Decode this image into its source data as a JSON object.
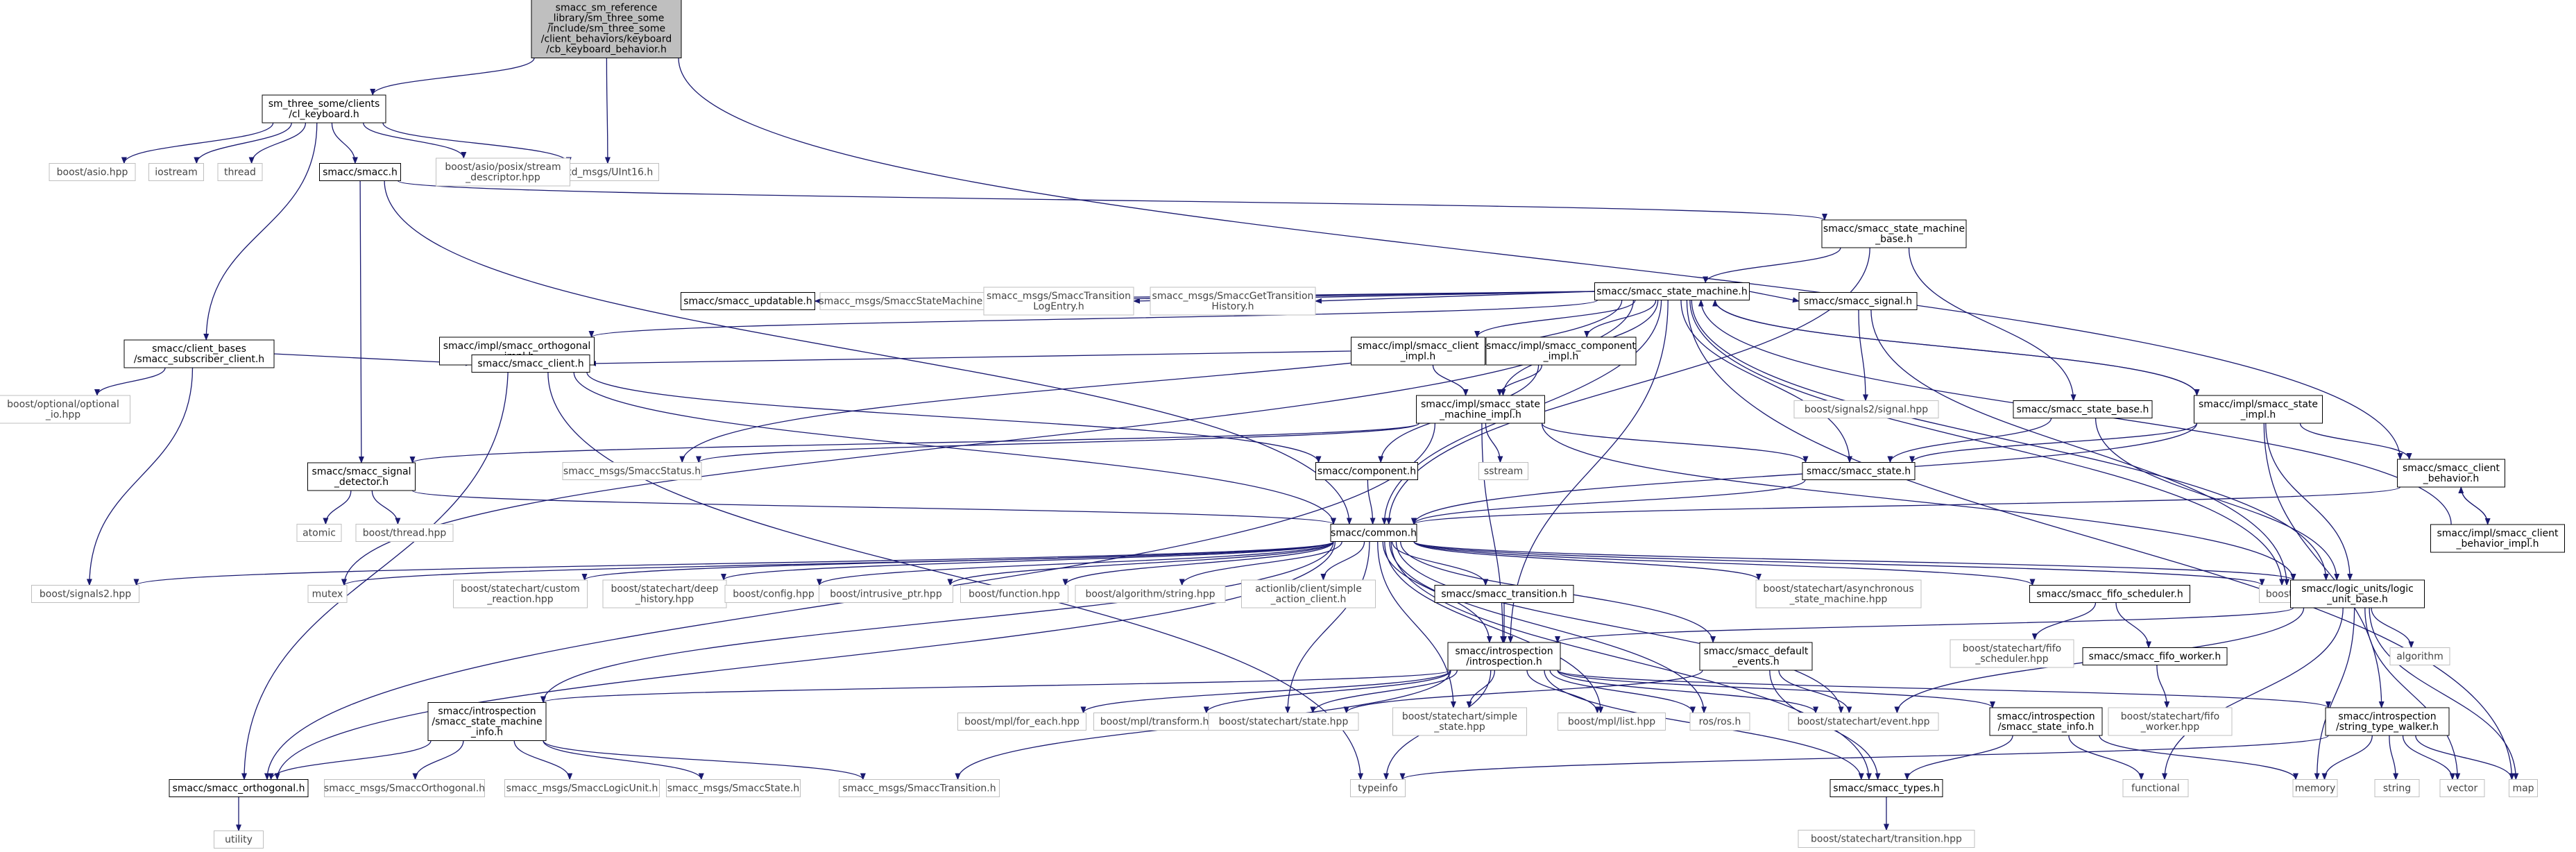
{
  "colors": {
    "edge": "#191970",
    "node_border": "#000000",
    "system_border": "#bfbfbf",
    "root_fill": "#bfbfbf",
    "text": "#000000",
    "system_text": "#444444"
  },
  "nodes": [
    {
      "id": "root",
      "lines": [
        "smacc_sm_reference",
        "_library/sm_three_some",
        "/include/sm_three_some",
        "/client_behaviors/keyboard",
        "/cb_keyboard_behavior.h"
      ],
      "kind": "root"
    },
    {
      "id": "cl_keyboard",
      "lines": [
        "sm_three_some/clients",
        "/cl_keyboard.h"
      ],
      "kind": "local"
    },
    {
      "id": "std_msgs_uint16",
      "lines": [
        "std_msgs/UInt16.h"
      ],
      "kind": "system"
    },
    {
      "id": "boost_asio",
      "lines": [
        "boost/asio.hpp"
      ],
      "kind": "system"
    },
    {
      "id": "iostream",
      "lines": [
        "iostream"
      ],
      "kind": "system"
    },
    {
      "id": "thread",
      "lines": [
        "thread"
      ],
      "kind": "system"
    },
    {
      "id": "smacc_h",
      "lines": [
        "smacc/smacc.h"
      ],
      "kind": "local"
    },
    {
      "id": "boost_asio_stream",
      "lines": [
        "boost/asio/posix/stream",
        "_descriptor.hpp"
      ],
      "kind": "system"
    },
    {
      "id": "client_bases_sub",
      "lines": [
        "smacc/client_bases",
        "/smacc_subscriber_client.h"
      ],
      "kind": "local"
    },
    {
      "id": "boost_optional_io",
      "lines": [
        "boost/optional/optional",
        "_io.hpp"
      ],
      "kind": "system"
    },
    {
      "id": "sm_base",
      "lines": [
        "smacc/smacc_state_machine",
        "_base.h"
      ],
      "kind": "local"
    },
    {
      "id": "sm_h",
      "lines": [
        "smacc/smacc_state_machine.h"
      ],
      "kind": "local"
    },
    {
      "id": "impl_orth",
      "lines": [
        "smacc/impl/smacc_orthogonal",
        "_impl.h"
      ],
      "kind": "local"
    },
    {
      "id": "updatable",
      "lines": [
        "smacc/smacc_updatable.h"
      ],
      "kind": "local"
    },
    {
      "id": "msg_sm",
      "lines": [
        "smacc_msgs/SmaccStateMachine.h"
      ],
      "kind": "system"
    },
    {
      "id": "msg_trans_log",
      "lines": [
        "smacc_msgs/SmaccTransition",
        "LogEntry.h"
      ],
      "kind": "system"
    },
    {
      "id": "msg_get_trans",
      "lines": [
        "smacc_msgs/SmaccGetTransition",
        "History.h"
      ],
      "kind": "system"
    },
    {
      "id": "impl_client",
      "lines": [
        "smacc/impl/smacc_client",
        "_impl.h"
      ],
      "kind": "local"
    },
    {
      "id": "impl_component",
      "lines": [
        "smacc/impl/smacc_component",
        "_impl.h"
      ],
      "kind": "local"
    },
    {
      "id": "signal_h",
      "lines": [
        "smacc/smacc_signal.h"
      ],
      "kind": "local"
    },
    {
      "id": "boost_signals2_sig",
      "lines": [
        "boost/signals2/signal.hpp"
      ],
      "kind": "system"
    },
    {
      "id": "state_base",
      "lines": [
        "smacc/smacc_state_base.h"
      ],
      "kind": "local"
    },
    {
      "id": "impl_state",
      "lines": [
        "smacc/impl/smacc_state",
        "_impl.h"
      ],
      "kind": "local"
    },
    {
      "id": "client_h",
      "lines": [
        "smacc/smacc_client.h"
      ],
      "kind": "local"
    },
    {
      "id": "impl_sm",
      "lines": [
        "smacc/impl/smacc_state",
        "_machine_impl.h"
      ],
      "kind": "local"
    },
    {
      "id": "signal_det",
      "lines": [
        "smacc/smacc_signal",
        "_detector.h"
      ],
      "kind": "local"
    },
    {
      "id": "msg_status",
      "lines": [
        "smacc_msgs/SmaccStatus.h"
      ],
      "kind": "system"
    },
    {
      "id": "component_h",
      "lines": [
        "smacc/component.h"
      ],
      "kind": "local"
    },
    {
      "id": "sstream",
      "lines": [
        "sstream"
      ],
      "kind": "system"
    },
    {
      "id": "state_h",
      "lines": [
        "smacc/smacc_state.h"
      ],
      "kind": "local"
    },
    {
      "id": "client_beh",
      "lines": [
        "smacc/smacc_client",
        "_behavior.h"
      ],
      "kind": "local"
    },
    {
      "id": "client_beh_impl",
      "lines": [
        "smacc/impl/smacc_client",
        "_behavior_impl.h"
      ],
      "kind": "local"
    },
    {
      "id": "atomic",
      "lines": [
        "atomic"
      ],
      "kind": "system"
    },
    {
      "id": "boost_thread",
      "lines": [
        "boost/thread.hpp"
      ],
      "kind": "system"
    },
    {
      "id": "common",
      "lines": [
        "smacc/common.h"
      ],
      "kind": "local"
    },
    {
      "id": "boost_signals2",
      "lines": [
        "boost/signals2.hpp"
      ],
      "kind": "system"
    },
    {
      "id": "mutex",
      "lines": [
        "mutex"
      ],
      "kind": "system"
    },
    {
      "id": "sc_custom",
      "lines": [
        "boost/statechart/custom",
        "_reaction.hpp"
      ],
      "kind": "system"
    },
    {
      "id": "sc_deep",
      "lines": [
        "boost/statechart/deep",
        "_history.hpp"
      ],
      "kind": "system"
    },
    {
      "id": "boost_config",
      "lines": [
        "boost/config.hpp"
      ],
      "kind": "system"
    },
    {
      "id": "boost_intrusive",
      "lines": [
        "boost/intrusive_ptr.hpp"
      ],
      "kind": "system"
    },
    {
      "id": "boost_function",
      "lines": [
        "boost/function.hpp"
      ],
      "kind": "system"
    },
    {
      "id": "boost_algo_string",
      "lines": [
        "boost/algorithm/string.hpp"
      ],
      "kind": "system"
    },
    {
      "id": "actionlib",
      "lines": [
        "actionlib/client/simple",
        "_action_client.h"
      ],
      "kind": "system"
    },
    {
      "id": "transition_h",
      "lines": [
        "smacc/smacc_transition.h"
      ],
      "kind": "local"
    },
    {
      "id": "sc_async",
      "lines": [
        "boost/statechart/asynchronous",
        "_state_machine.hpp"
      ],
      "kind": "system"
    },
    {
      "id": "fifo_sched",
      "lines": [
        "smacc/smacc_fifo_scheduler.h"
      ],
      "kind": "local"
    },
    {
      "id": "boost_any",
      "lines": [
        "boost/any.hpp"
      ],
      "kind": "system"
    },
    {
      "id": "logic_units",
      "lines": [
        "smacc/logic_units/logic",
        "_unit_base.h"
      ],
      "kind": "local"
    },
    {
      "id": "algorithm",
      "lines": [
        "algorithm"
      ],
      "kind": "system"
    },
    {
      "id": "map",
      "lines": [
        "map"
      ],
      "kind": "system"
    },
    {
      "id": "sc_fifo_sched",
      "lines": [
        "boost/statechart/fifo",
        "_scheduler.hpp"
      ],
      "kind": "system"
    },
    {
      "id": "fifo_worker",
      "lines": [
        "smacc/smacc_fifo_worker.h"
      ],
      "kind": "local"
    },
    {
      "id": "sc_fifo_worker",
      "lines": [
        "boost/statechart/fifo",
        "_worker.hpp"
      ],
      "kind": "system"
    },
    {
      "id": "introspection",
      "lines": [
        "smacc/introspection",
        "/introspection.h"
      ],
      "kind": "local"
    },
    {
      "id": "default_events",
      "lines": [
        "smacc/smacc_default",
        "_events.h"
      ],
      "kind": "local"
    },
    {
      "id": "intro_sm_info",
      "lines": [
        "smacc/introspection",
        "/smacc_state_machine",
        "_info.h"
      ],
      "kind": "local"
    },
    {
      "id": "mpl_for_each",
      "lines": [
        "boost/mpl/for_each.hpp"
      ],
      "kind": "system"
    },
    {
      "id": "mpl_transform",
      "lines": [
        "boost/mpl/transform.hpp"
      ],
      "kind": "system"
    },
    {
      "id": "sc_state",
      "lines": [
        "boost/statechart/state.hpp"
      ],
      "kind": "system"
    },
    {
      "id": "sc_simple_state",
      "lines": [
        "boost/statechart/simple",
        "_state.hpp"
      ],
      "kind": "system"
    },
    {
      "id": "mpl_list",
      "lines": [
        "boost/mpl/list.hpp"
      ],
      "kind": "system"
    },
    {
      "id": "ros_h",
      "lines": [
        "ros/ros.h"
      ],
      "kind": "system"
    },
    {
      "id": "sc_event",
      "lines": [
        "boost/statechart/event.hpp"
      ],
      "kind": "system"
    },
    {
      "id": "intro_state_info",
      "lines": [
        "smacc/introspection",
        "/smacc_state_info.h"
      ],
      "kind": "local"
    },
    {
      "id": "string_type_walker",
      "lines": [
        "smacc/introspection",
        "/string_type_walker.h"
      ],
      "kind": "local"
    },
    {
      "id": "memory",
      "lines": [
        "memory"
      ],
      "kind": "system"
    },
    {
      "id": "string",
      "lines": [
        "string"
      ],
      "kind": "system"
    },
    {
      "id": "vector",
      "lines": [
        "vector"
      ],
      "kind": "system"
    },
    {
      "id": "orthogonal_h",
      "lines": [
        "smacc/smacc_orthogonal.h"
      ],
      "kind": "local"
    },
    {
      "id": "msg_orth",
      "lines": [
        "smacc_msgs/SmaccOrthogonal.h"
      ],
      "kind": "system"
    },
    {
      "id": "msg_logic",
      "lines": [
        "smacc_msgs/SmaccLogicUnit.h"
      ],
      "kind": "system"
    },
    {
      "id": "msg_state",
      "lines": [
        "smacc_msgs/SmaccState.h"
      ],
      "kind": "system"
    },
    {
      "id": "msg_transition",
      "lines": [
        "smacc_msgs/SmaccTransition.h"
      ],
      "kind": "system"
    },
    {
      "id": "typeinfo",
      "lines": [
        "typeinfo"
      ],
      "kind": "system"
    },
    {
      "id": "types_h",
      "lines": [
        "smacc/smacc_types.h"
      ],
      "kind": "local"
    },
    {
      "id": "functional",
      "lines": [
        "functional"
      ],
      "kind": "system"
    },
    {
      "id": "utility",
      "lines": [
        "utility"
      ],
      "kind": "system"
    },
    {
      "id": "sc_transition",
      "lines": [
        "boost/statechart/transition.hpp"
      ],
      "kind": "system"
    }
  ],
  "edges": [
    [
      "root",
      "cl_keyboard"
    ],
    [
      "root",
      "std_msgs_uint16"
    ],
    [
      "root",
      "client_beh"
    ],
    [
      "cl_keyboard",
      "boost_asio"
    ],
    [
      "cl_keyboard",
      "iostream"
    ],
    [
      "cl_keyboard",
      "thread"
    ],
    [
      "cl_keyboard",
      "smacc_h"
    ],
    [
      "cl_keyboard",
      "boost_asio_stream"
    ],
    [
      "cl_keyboard",
      "std_msgs_uint16"
    ],
    [
      "cl_keyboard",
      "client_bases_sub"
    ],
    [
      "smacc_h",
      "sm_base"
    ],
    [
      "smacc_h",
      "signal_det"
    ],
    [
      "smacc_h",
      "common"
    ],
    [
      "client_bases_sub",
      "boost_optional_io"
    ],
    [
      "client_bases_sub",
      "client_h"
    ],
    [
      "client_bases_sub",
      "boost_signals2"
    ],
    [
      "sm_base",
      "sm_h"
    ],
    [
      "sm_base",
      "state_base"
    ],
    [
      "sm_base",
      "common"
    ],
    [
      "sm_h",
      "impl_orth"
    ],
    [
      "sm_h",
      "updatable"
    ],
    [
      "sm_h",
      "msg_sm"
    ],
    [
      "sm_h",
      "msg_trans_log"
    ],
    [
      "sm_h",
      "msg_get_trans"
    ],
    [
      "sm_h",
      "impl_client"
    ],
    [
      "sm_h",
      "impl_component"
    ],
    [
      "sm_h",
      "signal_h"
    ],
    [
      "sm_h",
      "impl_state"
    ],
    [
      "sm_h",
      "mutex"
    ],
    [
      "sm_h",
      "msg_status"
    ],
    [
      "sm_h",
      "common"
    ],
    [
      "sm_h",
      "state_h"
    ],
    [
      "sm_h",
      "introspection"
    ],
    [
      "sm_h",
      "boost_any"
    ],
    [
      "sm_h",
      "logic_units"
    ],
    [
      "sm_h",
      "map"
    ],
    [
      "sm_h",
      "impl_sm"
    ],
    [
      "impl_orth",
      "client_h"
    ],
    [
      "impl_orth",
      "orthogonal_h"
    ],
    [
      "impl_client",
      "client_h"
    ],
    [
      "impl_client",
      "impl_sm"
    ],
    [
      "impl_component",
      "impl_sm"
    ],
    [
      "impl_component",
      "component_h"
    ],
    [
      "signal_h",
      "boost_signals2_sig"
    ],
    [
      "signal_h",
      "boost_any"
    ],
    [
      "state_base",
      "state_h"
    ],
    [
      "state_base",
      "logic_units"
    ],
    [
      "impl_state",
      "sm_h"
    ],
    [
      "impl_state",
      "state_h"
    ],
    [
      "impl_state",
      "client_beh"
    ],
    [
      "impl_state",
      "logic_units"
    ],
    [
      "impl_state",
      "common"
    ],
    [
      "impl_state",
      "string_type_walker"
    ],
    [
      "client_h",
      "common"
    ],
    [
      "client_h",
      "component_h"
    ],
    [
      "client_h",
      "typeinfo"
    ],
    [
      "impl_sm",
      "signal_det"
    ],
    [
      "impl_sm",
      "msg_status"
    ],
    [
      "impl_sm",
      "sstream"
    ],
    [
      "impl_sm",
      "state_h"
    ],
    [
      "impl_sm",
      "orthogonal_h"
    ],
    [
      "impl_sm",
      "introspection"
    ],
    [
      "impl_sm",
      "logic_units"
    ],
    [
      "signal_det",
      "atomic"
    ],
    [
      "signal_det",
      "boost_thread"
    ],
    [
      "signal_det",
      "common"
    ],
    [
      "component_h",
      "common"
    ],
    [
      "state_h",
      "common"
    ],
    [
      "client_beh",
      "common"
    ],
    [
      "client_beh",
      "client_beh_impl"
    ],
    [
      "client_beh_impl",
      "client_beh"
    ],
    [
      "client_beh_impl",
      "sm_h"
    ],
    [
      "common",
      "boost_signals2"
    ],
    [
      "common",
      "mutex"
    ],
    [
      "common",
      "sc_custom"
    ],
    [
      "common",
      "sc_deep"
    ],
    [
      "common",
      "boost_config"
    ],
    [
      "common",
      "boost_intrusive"
    ],
    [
      "common",
      "boost_function"
    ],
    [
      "common",
      "boost_algo_string"
    ],
    [
      "common",
      "actionlib"
    ],
    [
      "common",
      "transition_h"
    ],
    [
      "common",
      "sc_async"
    ],
    [
      "common",
      "fifo_sched"
    ],
    [
      "common",
      "boost_any"
    ],
    [
      "common",
      "logic_units"
    ],
    [
      "common",
      "introspection"
    ],
    [
      "common",
      "default_events"
    ],
    [
      "common",
      "orthogonal_h"
    ],
    [
      "common",
      "intro_sm_info"
    ],
    [
      "common",
      "sc_state"
    ],
    [
      "common",
      "sc_simple_state"
    ],
    [
      "common",
      "mpl_list"
    ],
    [
      "common",
      "ros_h"
    ],
    [
      "common",
      "sc_event"
    ],
    [
      "common",
      "types_h"
    ],
    [
      "transition_h",
      "introspection"
    ],
    [
      "fifo_sched",
      "sc_fifo_sched"
    ],
    [
      "fifo_sched",
      "fifo_worker"
    ],
    [
      "fifo_worker",
      "sc_fifo_worker"
    ],
    [
      "logic_units",
      "algorithm"
    ],
    [
      "logic_units",
      "map"
    ],
    [
      "logic_units",
      "introspection"
    ],
    [
      "logic_units",
      "sc_event"
    ],
    [
      "logic_units",
      "memory"
    ],
    [
      "logic_units",
      "functional"
    ],
    [
      "logic_units",
      "vector"
    ],
    [
      "introspection",
      "intro_sm_info"
    ],
    [
      "introspection",
      "mpl_for_each"
    ],
    [
      "introspection",
      "mpl_transform"
    ],
    [
      "introspection",
      "sc_state"
    ],
    [
      "introspection",
      "sc_simple_state"
    ],
    [
      "introspection",
      "mpl_list"
    ],
    [
      "introspection",
      "ros_h"
    ],
    [
      "introspection",
      "sc_event"
    ],
    [
      "introspection",
      "intro_state_info"
    ],
    [
      "introspection",
      "string_type_walker"
    ],
    [
      "introspection",
      "typeinfo"
    ],
    [
      "introspection",
      "types_h"
    ],
    [
      "introspection",
      "msg_transition"
    ],
    [
      "default_events",
      "sc_state"
    ],
    [
      "default_events",
      "sc_event"
    ],
    [
      "default_events",
      "types_h"
    ],
    [
      "intro_sm_info",
      "orthogonal_h"
    ],
    [
      "intro_sm_info",
      "msg_orth"
    ],
    [
      "intro_sm_info",
      "msg_logic"
    ],
    [
      "intro_sm_info",
      "msg_state"
    ],
    [
      "intro_sm_info",
      "msg_transition"
    ],
    [
      "intro_state_info",
      "types_h"
    ],
    [
      "intro_state_info",
      "functional"
    ],
    [
      "intro_state_info",
      "memory"
    ],
    [
      "string_type_walker",
      "typeinfo"
    ],
    [
      "string_type_walker",
      "memory"
    ],
    [
      "string_type_walker",
      "string"
    ],
    [
      "string_type_walker",
      "vector"
    ],
    [
      "string_type_walker",
      "map"
    ],
    [
      "orthogonal_h",
      "utility"
    ],
    [
      "types_h",
      "sc_transition"
    ]
  ]
}
